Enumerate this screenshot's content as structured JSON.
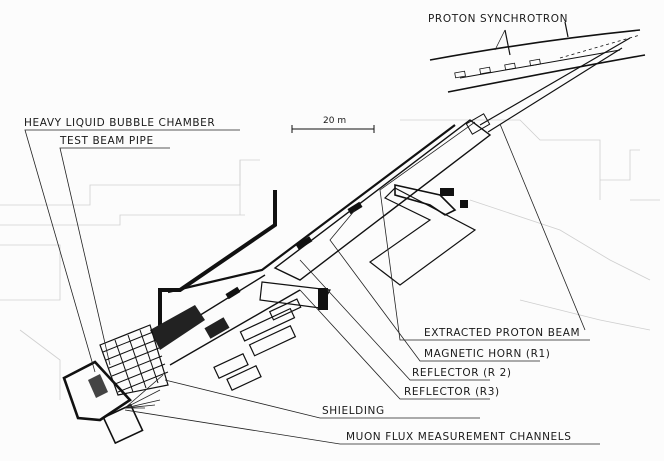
{
  "labels": {
    "proton_synchrotron": "PROTON SYNCHROTRON",
    "heavy_liquid_bubble_chamber": "HEAVY LIQUID BUBBLE CHAMBER",
    "test_beam_pipe": "TEST BEAM PIPE",
    "scale": "20 m",
    "extracted_proton_beam": "EXTRACTED PROTON BEAM",
    "magnetic_horn": "MAGNETIC HORN (R1)",
    "reflector_r2": "REFLECTOR (R 2)",
    "reflector_r3": "REFLECTOR (R3)",
    "shielding": "SHIELDING",
    "muon_flux": "MUON FLUX MEASUREMENT CHANNELS"
  }
}
